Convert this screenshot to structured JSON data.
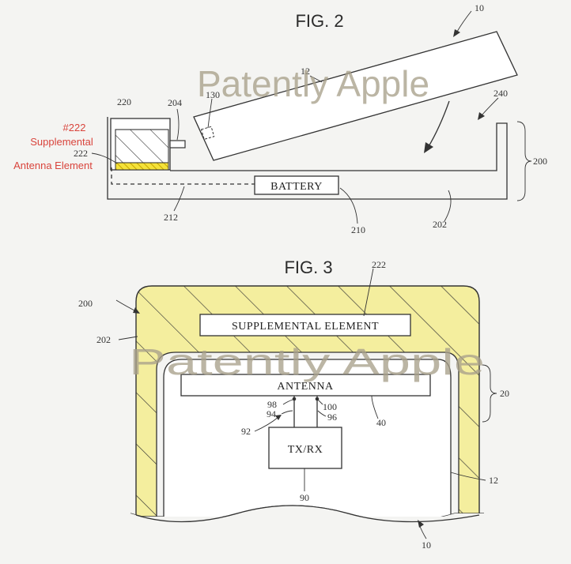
{
  "fig2": {
    "title": "FIG. 2",
    "refs": {
      "r10": "10",
      "r12": "12",
      "r130": "130",
      "r204": "204",
      "r220": "220",
      "r222": "222",
      "r240": "240",
      "r200": "200",
      "r212": "212",
      "r210": "210",
      "r202": "202"
    },
    "battery_label": "BATTERY",
    "annotation": {
      "line1": "#222",
      "line2": "Supplemental",
      "line3": "Antenna Element"
    }
  },
  "fig3": {
    "title": "FIG. 3",
    "refs": {
      "r222": "222",
      "r200": "200",
      "r202": "202",
      "r20": "20",
      "r98": "98",
      "r100": "100",
      "r94": "94",
      "r96": "96",
      "r92": "92",
      "r40": "40",
      "r12": "12",
      "r90": "90",
      "r10": "10"
    },
    "supplemental_label": "SUPPLEMENTAL ELEMENT",
    "antenna_label": "ANTENNA",
    "txrx_label": "TX/RX"
  },
  "watermark": "Patently Apple",
  "colors": {
    "highlight": "#f4ee9e",
    "hatch_yellow": "#e8d21c",
    "annotation": "#d9443c",
    "watermark": "#a8a08a"
  }
}
